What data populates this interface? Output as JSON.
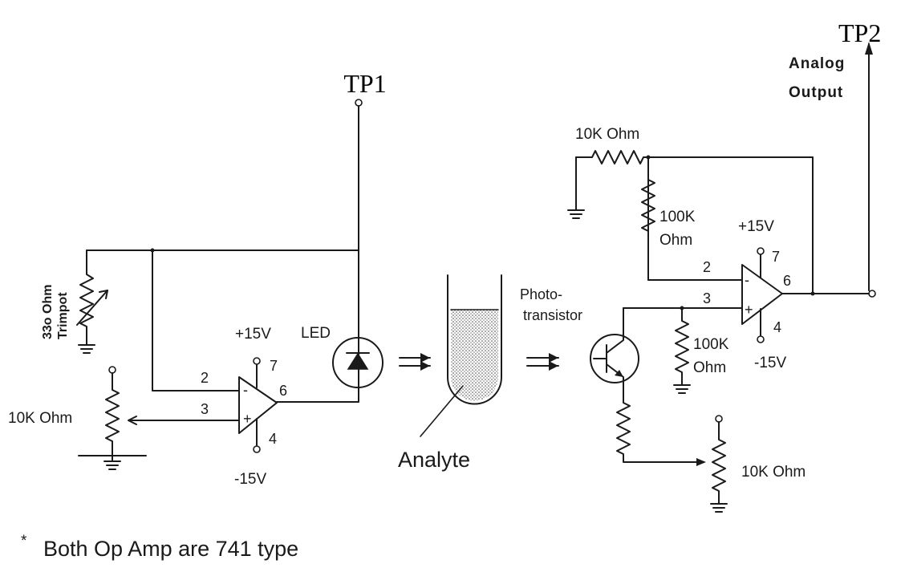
{
  "test_points": {
    "tp1": "TP1",
    "tp2": "TP2"
  },
  "output": {
    "line1": "Analog",
    "line2": "Output"
  },
  "trimpot": {
    "line1": "33o Ohm",
    "line2": "Trimpot"
  },
  "led_label": "LED",
  "pot_left_label": "10K Ohm",
  "feedback_res_label": "10K Ohm",
  "opamp1": {
    "vplus": "+15V",
    "vminus": "-15V",
    "pin7": "7",
    "pin4": "4",
    "pin2": "2",
    "pin3": "3",
    "pin6": "6"
  },
  "opamp2": {
    "vplus": "+15V",
    "vminus": "-15V",
    "pin7": "7",
    "pin4": "4",
    "pin2": "2",
    "pin3": "3",
    "pin6": "6"
  },
  "res100k_top": {
    "line1": "100K",
    "line2": "Ohm"
  },
  "res100k_bottom": {
    "line1": "100K",
    "line2": "Ohm"
  },
  "phototransistor": {
    "line1": "Photo-",
    "line2": "transistor"
  },
  "pot_right_label": "10K Ohm",
  "analyte_label": "Analyte",
  "footnote": {
    "star": "*",
    "text": "Both Op Amp are 741 type"
  }
}
